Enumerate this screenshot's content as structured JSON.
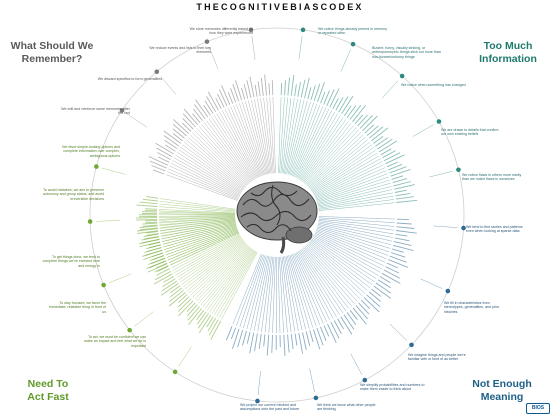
{
  "title": "THECOGNITIVEBIASCODEX",
  "quadrants": {
    "top_left": "What Should We Remember?",
    "top_right": "Too Much Information",
    "bottom_left": "Need To Act Fast",
    "bottom_right": "Not Enough Meaning"
  },
  "colors": {
    "gray": "#7a7a7a",
    "teal": "#2c8a7e",
    "green": "#6fa832",
    "navy": "#2d6a94",
    "lightblue": "#6fa7c7"
  },
  "notes": [
    {
      "text": "We store memories differently based on how they were experienced",
      "color": "gray"
    },
    {
      "text": "We reduce events and lists to their key elements",
      "color": "gray"
    },
    {
      "text": "We discard specifics to form generalities",
      "color": "gray"
    },
    {
      "text": "We edit and reinforce some memories after the fact",
      "color": "gray"
    },
    {
      "text": "We notice things already primed in memory or repeated often",
      "color": "teal"
    },
    {
      "text": "Bizarre, funny, visually striking, or anthropomorphic things stick out more than non-bizarre/unfunny things",
      "color": "teal"
    },
    {
      "text": "We notice when something has changed",
      "color": "teal"
    },
    {
      "text": "We are drawn to details that confirm our own existing beliefs",
      "color": "teal"
    },
    {
      "text": "We notice flaws in others more easily than we notice flaws in ourselves",
      "color": "teal"
    },
    {
      "text": "We favor simple-looking options and complete information over complex, ambiguous options",
      "color": "green"
    },
    {
      "text": "To avoid mistakes, we aim to preserve autonomy and group status, and avoid irreversible decisions",
      "color": "green"
    },
    {
      "text": "To get things done, we tend to complete things we've invested time and energy in",
      "color": "green"
    },
    {
      "text": "To stay focused, we favor the immediate, relatable thing in front of us",
      "color": "green"
    },
    {
      "text": "To act, we must be confident we can make an impact and feel what we do is important",
      "color": "green"
    },
    {
      "text": "We tend to find stories and patterns even when looking at sparse data",
      "color": "navy"
    },
    {
      "text": "We fill in characteristics from stereotypes, generalities, and prior histories",
      "color": "navy"
    },
    {
      "text": "We imagine things and people we're familiar with or fond of as better",
      "color": "navy"
    },
    {
      "text": "We simplify probabilities and numbers to make them easier to think about",
      "color": "navy"
    },
    {
      "text": "We think we know what other people are thinking",
      "color": "navy"
    },
    {
      "text": "We project our current mindset and assumptions onto the past and future",
      "color": "navy"
    }
  ],
  "logo_text": "BIOS"
}
